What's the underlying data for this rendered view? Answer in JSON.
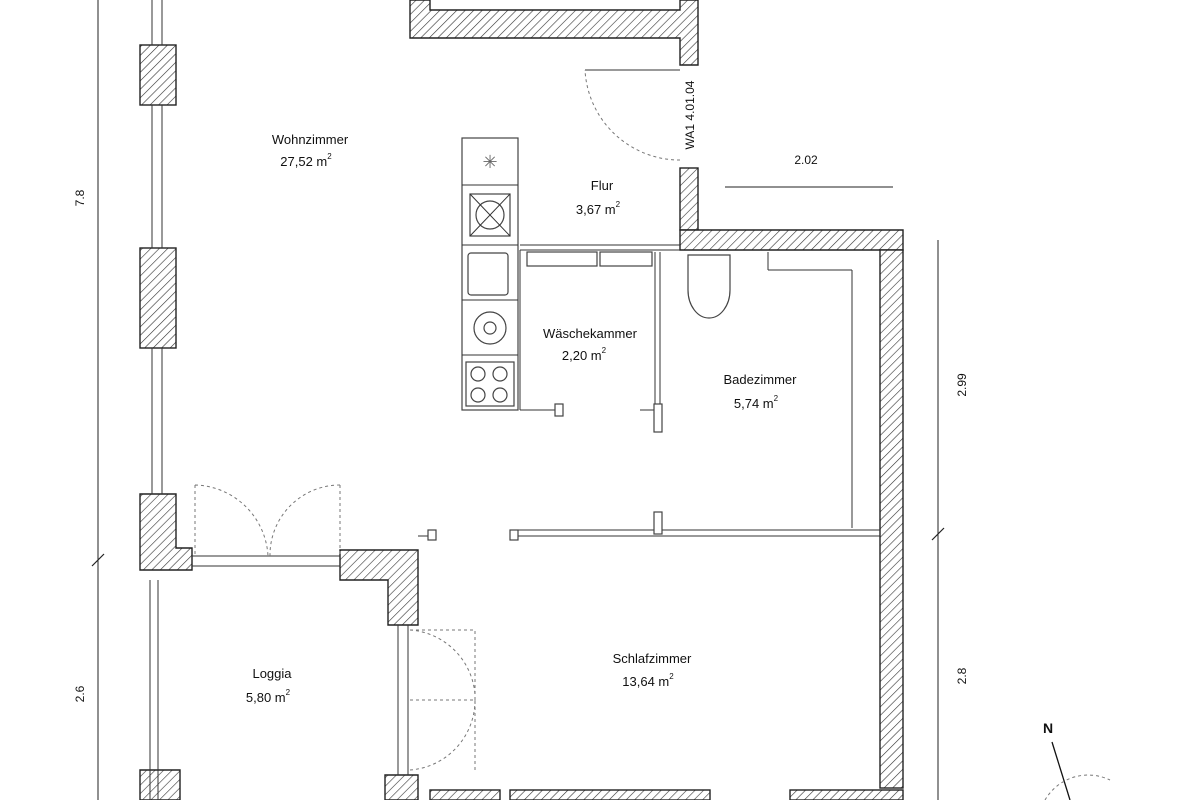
{
  "rooms": {
    "wohnzimmer": {
      "name": "Wohnzimmer",
      "area": "27,52 m",
      "unit_sup": "2"
    },
    "flur": {
      "name": "Flur",
      "area": "3,67 m",
      "unit_sup": "2"
    },
    "waeschekammer": {
      "name": "Wäschekammer",
      "area": "2,20 m",
      "unit_sup": "2"
    },
    "badezimmer": {
      "name": "Badezimmer",
      "area": "5,74 m",
      "unit_sup": "2"
    },
    "schlafzimmer": {
      "name": "Schlafzimmer",
      "area": "13,64 m",
      "unit_sup": "2"
    },
    "loggia": {
      "name": "Loggia",
      "area": "5,80 m",
      "unit_sup": "2"
    }
  },
  "dimensions": {
    "left_upper": "7.8",
    "left_lower": "2.6",
    "right_upper": "2.99",
    "right_lower": "2.8",
    "top_right": "2.02"
  },
  "labels": {
    "unit_code": "WA1 4.01.04",
    "north": "N"
  }
}
